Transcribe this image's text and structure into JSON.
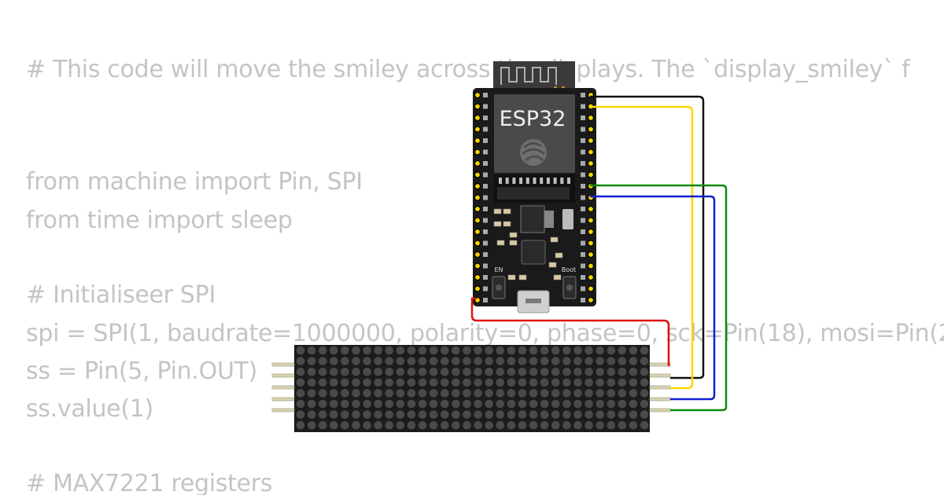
{
  "code": {
    "lines": [
      "# This code will move the smiley across the displays. The `display_smiley` f",
      "from machine import Pin, SPI",
      "from time import sleep",
      "# Initialiseer SPI",
      "spi = SPI(1, baudrate=1000000, polarity=0, phase=0, sck=Pin(18), mosi=Pin(2",
      "ss = Pin(5, Pin.OUT)",
      "ss.value(1)",
      "# MAX7221 registers"
    ]
  },
  "board": {
    "chip_label": "ESP32",
    "en_label": "EN",
    "boot_label": "Boot"
  },
  "colors": {
    "board": "#1a1a1a",
    "pin": "#f5d400",
    "wire_black": "#111111",
    "wire_yellow": "#ffd500",
    "wire_green": "#0a8a0a",
    "wire_blue": "#1020d0",
    "wire_red": "#e01010",
    "matrix": "#1c1c1c",
    "code_text": "#c4c4c4"
  }
}
